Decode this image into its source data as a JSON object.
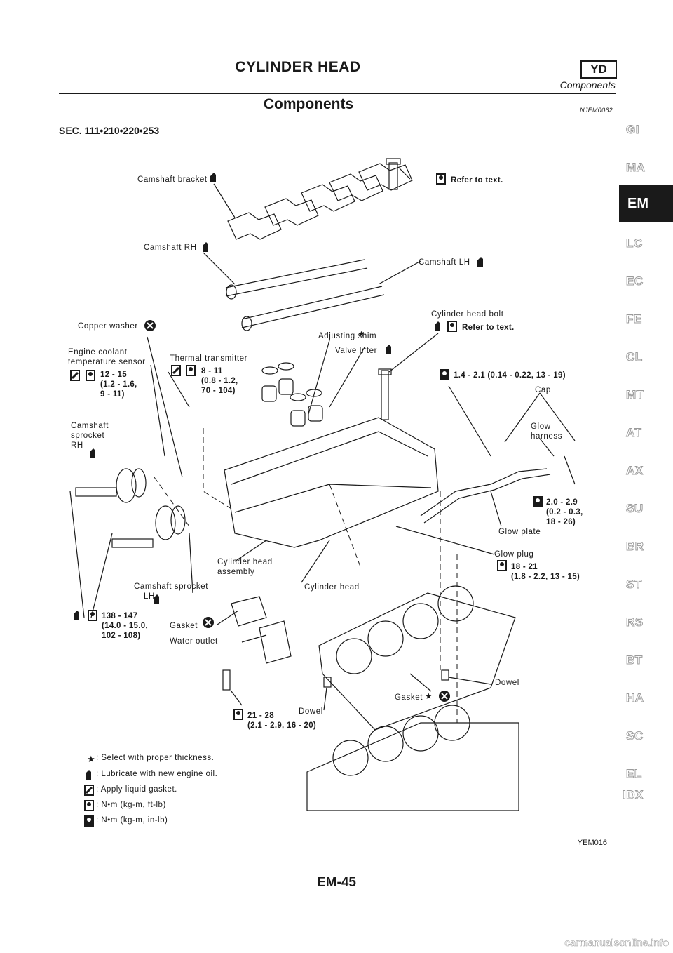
{
  "header": {
    "title": "CYLINDER HEAD",
    "badge": "YD",
    "subtitle": "Components"
  },
  "section": {
    "title": "Components",
    "code": "NJEM0062"
  },
  "sec_ref": "SEC. 111•210•220•253",
  "tabs": [
    "GI",
    "MA",
    "EM",
    "LC",
    "EC",
    "FE",
    "CL",
    "MT",
    "AT",
    "AX",
    "SU",
    "BR",
    "ST",
    "RS",
    "BT",
    "HA",
    "SC",
    "EL",
    "IDX"
  ],
  "active_tab": "EM",
  "labels": {
    "camshaft_bracket": "Camshaft bracket",
    "refer_1": "Refer to text.",
    "camshaft_rh": "Camshaft RH",
    "camshaft_lh": "Camshaft LH",
    "cyl_head_bolt": "Cylinder head bolt",
    "refer_2": "Refer to text.",
    "copper_washer": "Copper washer",
    "adjusting_shim": "Adjusting shim",
    "valve_lifter": "Valve lifter",
    "coolant_sensor_1": "Engine coolant",
    "coolant_sensor_2": "temperature sensor",
    "thermal_transmitter": "Thermal transmitter",
    "spec_bolt_cap": "1.4 - 2.1 (0.14 - 0.22, 13 - 19)",
    "cap": "Cap",
    "glow_harness_1": "Glow",
    "glow_harness_2": "harness",
    "sprocket_rh_1": "Camshaft",
    "sprocket_rh_2": "sprocket",
    "sprocket_rh_3": "RH",
    "spec_glow_plate": "2.0 - 2.9\n(0.2 - 0.3,\n18 - 26)",
    "glow_plate": "Glow plate",
    "glow_plug": "Glow plug",
    "spec_glow_plug": "18 - 21\n(1.8 - 2.2, 13 - 15)",
    "cyl_head_assembly_1": "Cylinder head",
    "cyl_head_assembly_2": "assembly",
    "sprocket_lh_1": "Camshaft sprocket",
    "sprocket_lh_2": "LH",
    "cylinder_head": "Cylinder head",
    "spec_sprocket": "138 - 147\n(14.0 - 15.0,\n102 - 108)",
    "gasket": "Gasket",
    "water_outlet": "Water outlet",
    "spec_water_outlet": "21 - 28\n(2.1 - 2.9, 16 - 20)",
    "dowel_1": "Dowel",
    "gasket_head": "Gasket",
    "dowel_2": "Dowel",
    "spec_sensor": "12 - 15\n(1.2 - 1.6,\n9 - 11)",
    "spec_thermal": "8 - 11\n(0.8 - 1.2,\n70 - 104)"
  },
  "legend": [
    {
      "symbol": "star",
      "text": ": Select with proper thickness."
    },
    {
      "symbol": "oil-can",
      "text": ": Lubricate with new engine oil."
    },
    {
      "symbol": "gasket-tube",
      "text": ": Apply liquid gasket."
    },
    {
      "symbol": "torque-wrench",
      "text": ": N•m (kg-m, ft-lb)"
    },
    {
      "symbol": "torque-wrench-inlb",
      "text": ": N•m (kg-m, in-lb)"
    }
  ],
  "figure_id": "YEM016",
  "page_number": "EM-45",
  "watermark": "carmanualsonline.info"
}
